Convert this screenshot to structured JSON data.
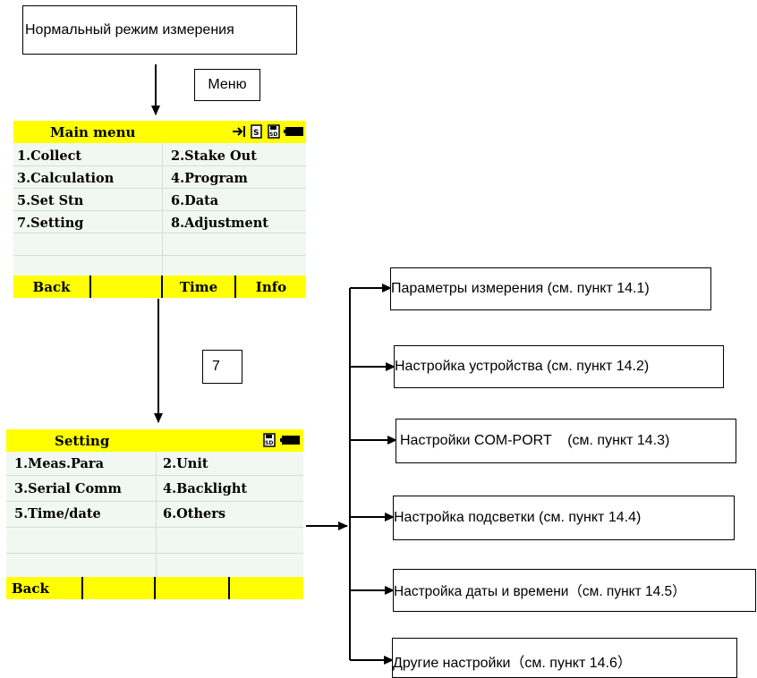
{
  "normal_mode_label": "Нормальный режим измерения",
  "menu_key_label": "Меню",
  "key_7_label": "7",
  "main_menu": {
    "title": "Main menu",
    "items": [
      "1.Collect",
      "2.Stake Out",
      "3.Calculation",
      "4.Program",
      "5.Set Stn",
      "6.Data",
      "7.Setting",
      "8.Adjustment"
    ],
    "softkeys": [
      "Back",
      "",
      "Time",
      "Info"
    ]
  },
  "setting_menu": {
    "title": "Setting",
    "items": [
      "1.Meas.Para",
      "2.Unit",
      "3.Serial Comm",
      "4.Backlight",
      "5.Time/date",
      "6.Others"
    ],
    "softkeys": [
      "Back",
      "",
      "",
      ""
    ]
  },
  "targets": [
    "Параметры измерения (см. пункт 14.1)",
    "Настройка устройства (см. пункт 14.2)",
    "Настройки COM-PORT    (см. пункт 14.3)",
    "Настройка подсветки (см. пункт 14.4)",
    "Настройка даты и времени（см. пункт 14.5）",
    "Другие настройки（см. пункт 14.6）"
  ],
  "colors": {
    "title_bar": "#ffff00",
    "screen_bg": "#f1f8f1"
  }
}
